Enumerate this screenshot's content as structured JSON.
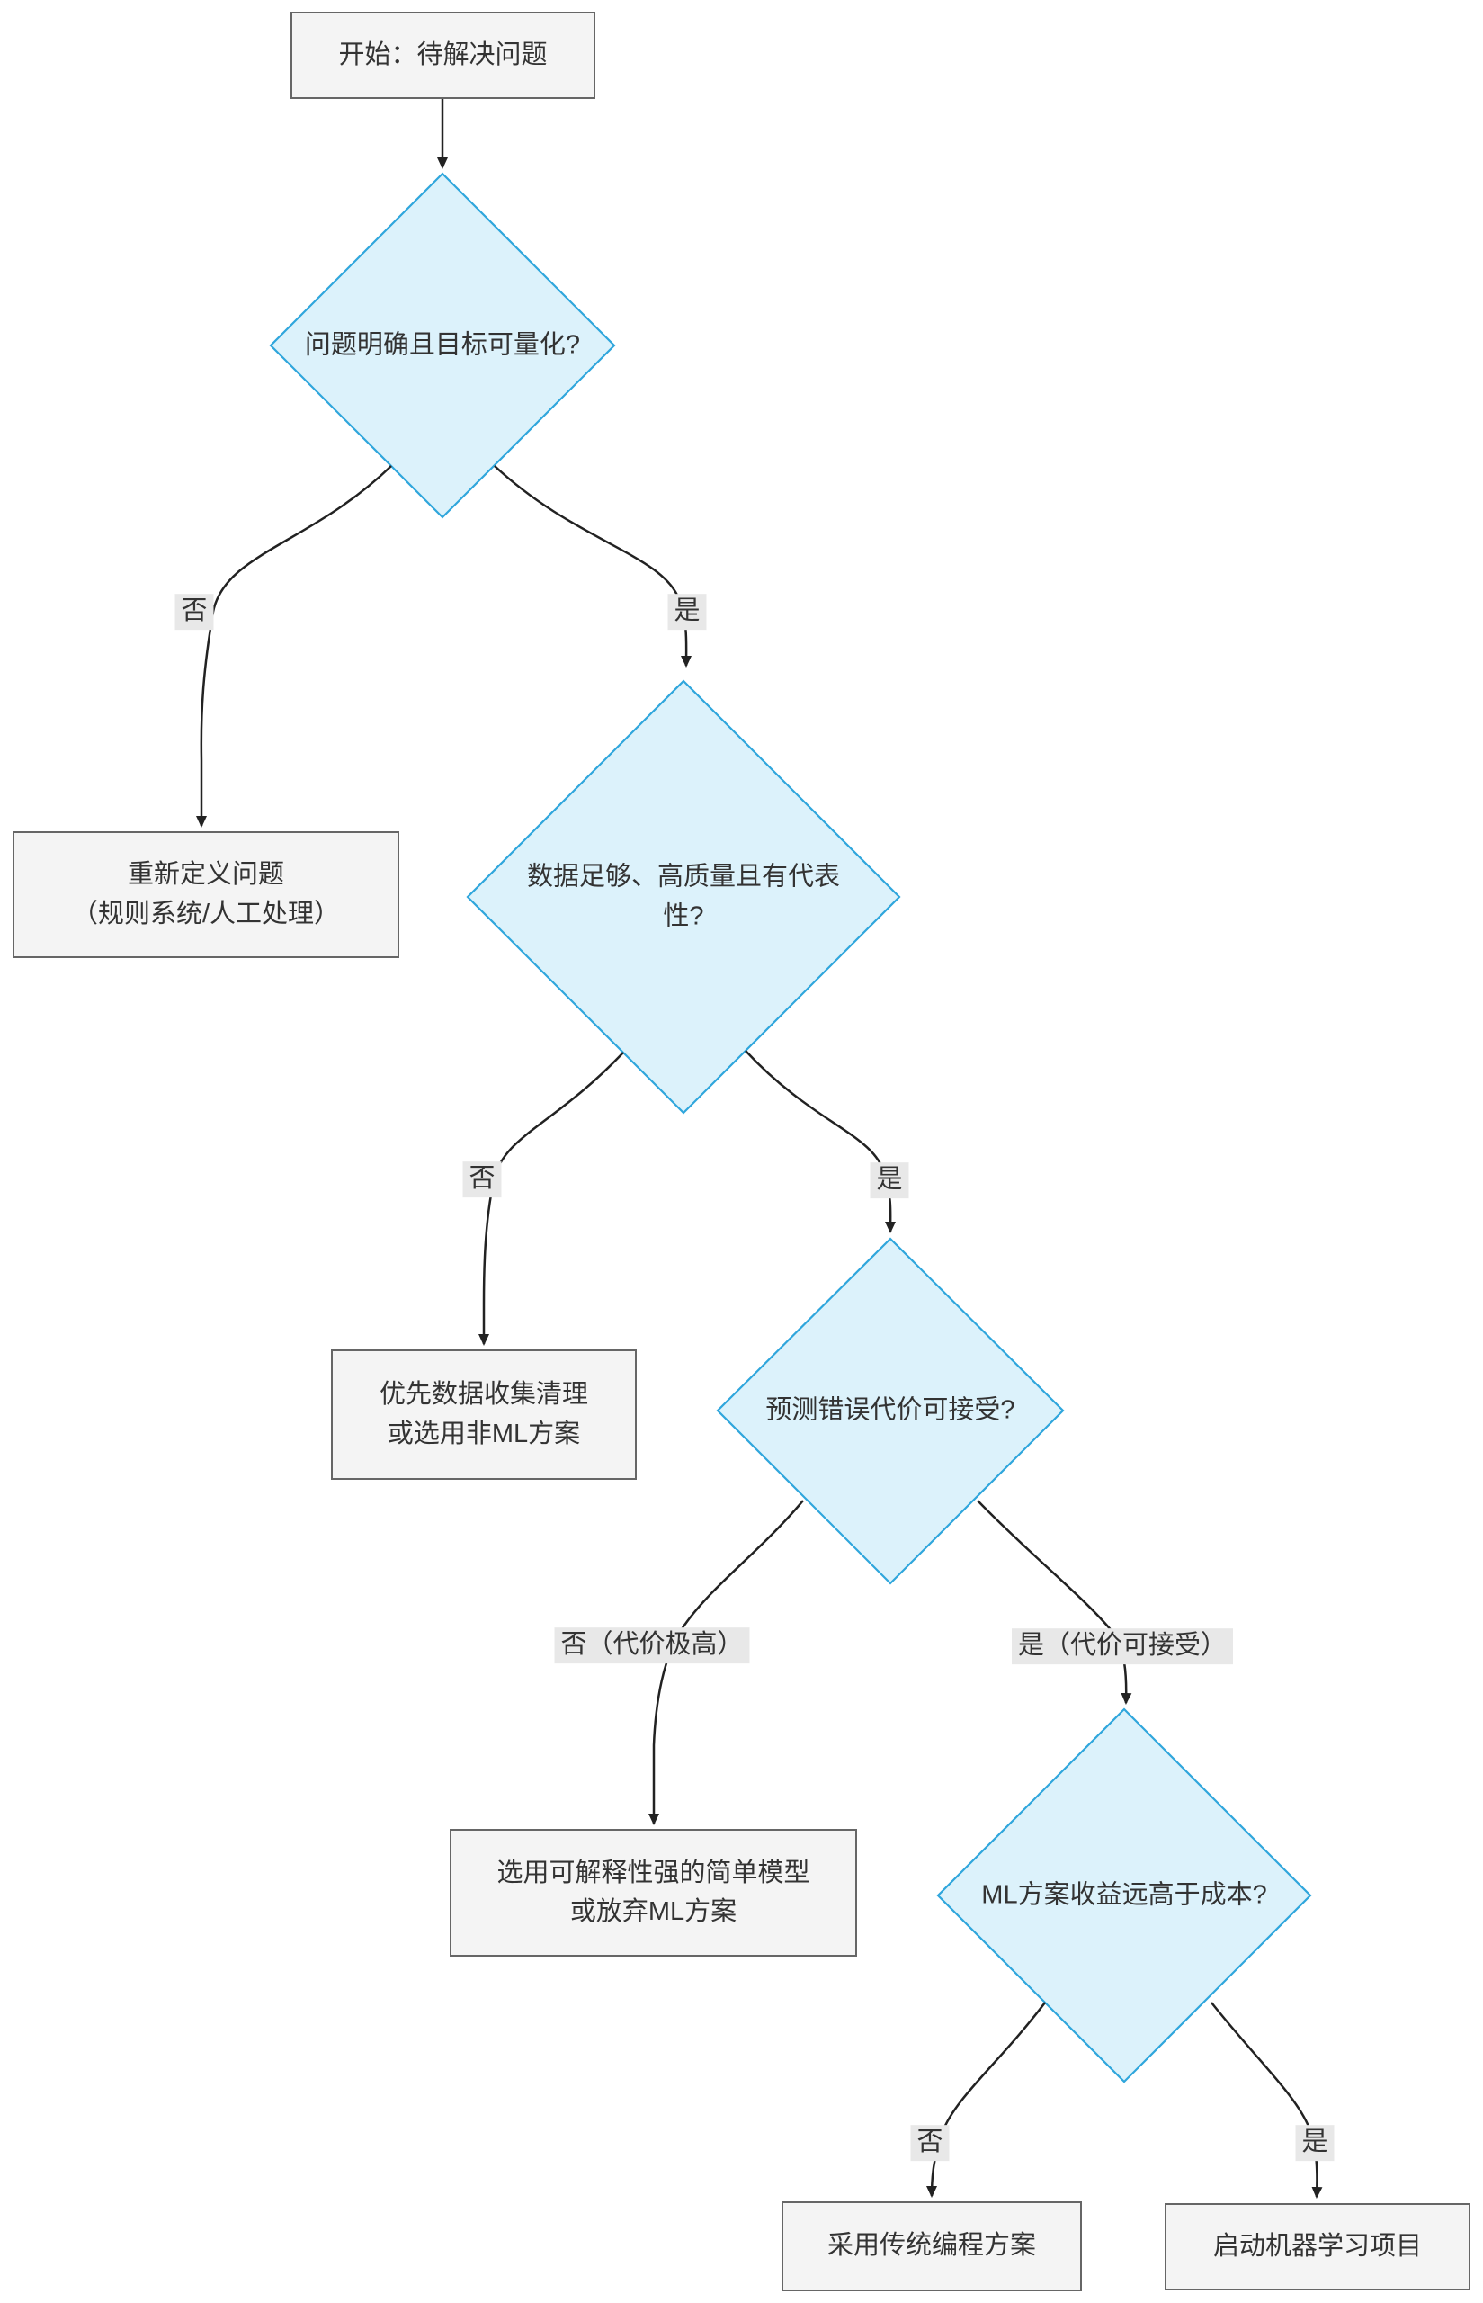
{
  "diagram": {
    "title": "ML adoption decision flowchart",
    "colors": {
      "background": "#ffffff",
      "decision_fill": "#dcf2fb",
      "decision_border": "#2fa6dc",
      "process_fill": "#f4f4f4",
      "process_border": "#666666",
      "edge_line": "#222222",
      "edge_label_bg": "#e8e8e8",
      "text": "#333333"
    },
    "nodes": {
      "start": {
        "label": "开始：待解决问题",
        "type": "process"
      },
      "d1": {
        "label": "问题明确且目标可量化?",
        "type": "decision"
      },
      "redefine": {
        "label": "重新定义问题\n（规则系统/人工处理）",
        "type": "process"
      },
      "d2": {
        "label": "数据足够、高质量且有代表\n性?",
        "type": "decision"
      },
      "collect": {
        "label": "优先数据收集清理\n或选用非ML方案",
        "type": "process"
      },
      "d3": {
        "label": "预测错误代价可接受?",
        "type": "decision"
      },
      "simple": {
        "label": "选用可解释性强的简单模型\n或放弃ML方案",
        "type": "process"
      },
      "d4": {
        "label": "ML方案收益远高于成本?",
        "type": "decision"
      },
      "traditional": {
        "label": "采用传统编程方案",
        "type": "process"
      },
      "ml": {
        "label": "启动机器学习项目",
        "type": "process"
      }
    },
    "edge_labels": {
      "e1_no": "否",
      "e1_yes": "是",
      "e2_no": "否",
      "e2_yes": "是",
      "e3_no": "否（代价极高）",
      "e3_yes": "是（代价可接受）",
      "e4_no": "否",
      "e4_yes": "是"
    }
  }
}
